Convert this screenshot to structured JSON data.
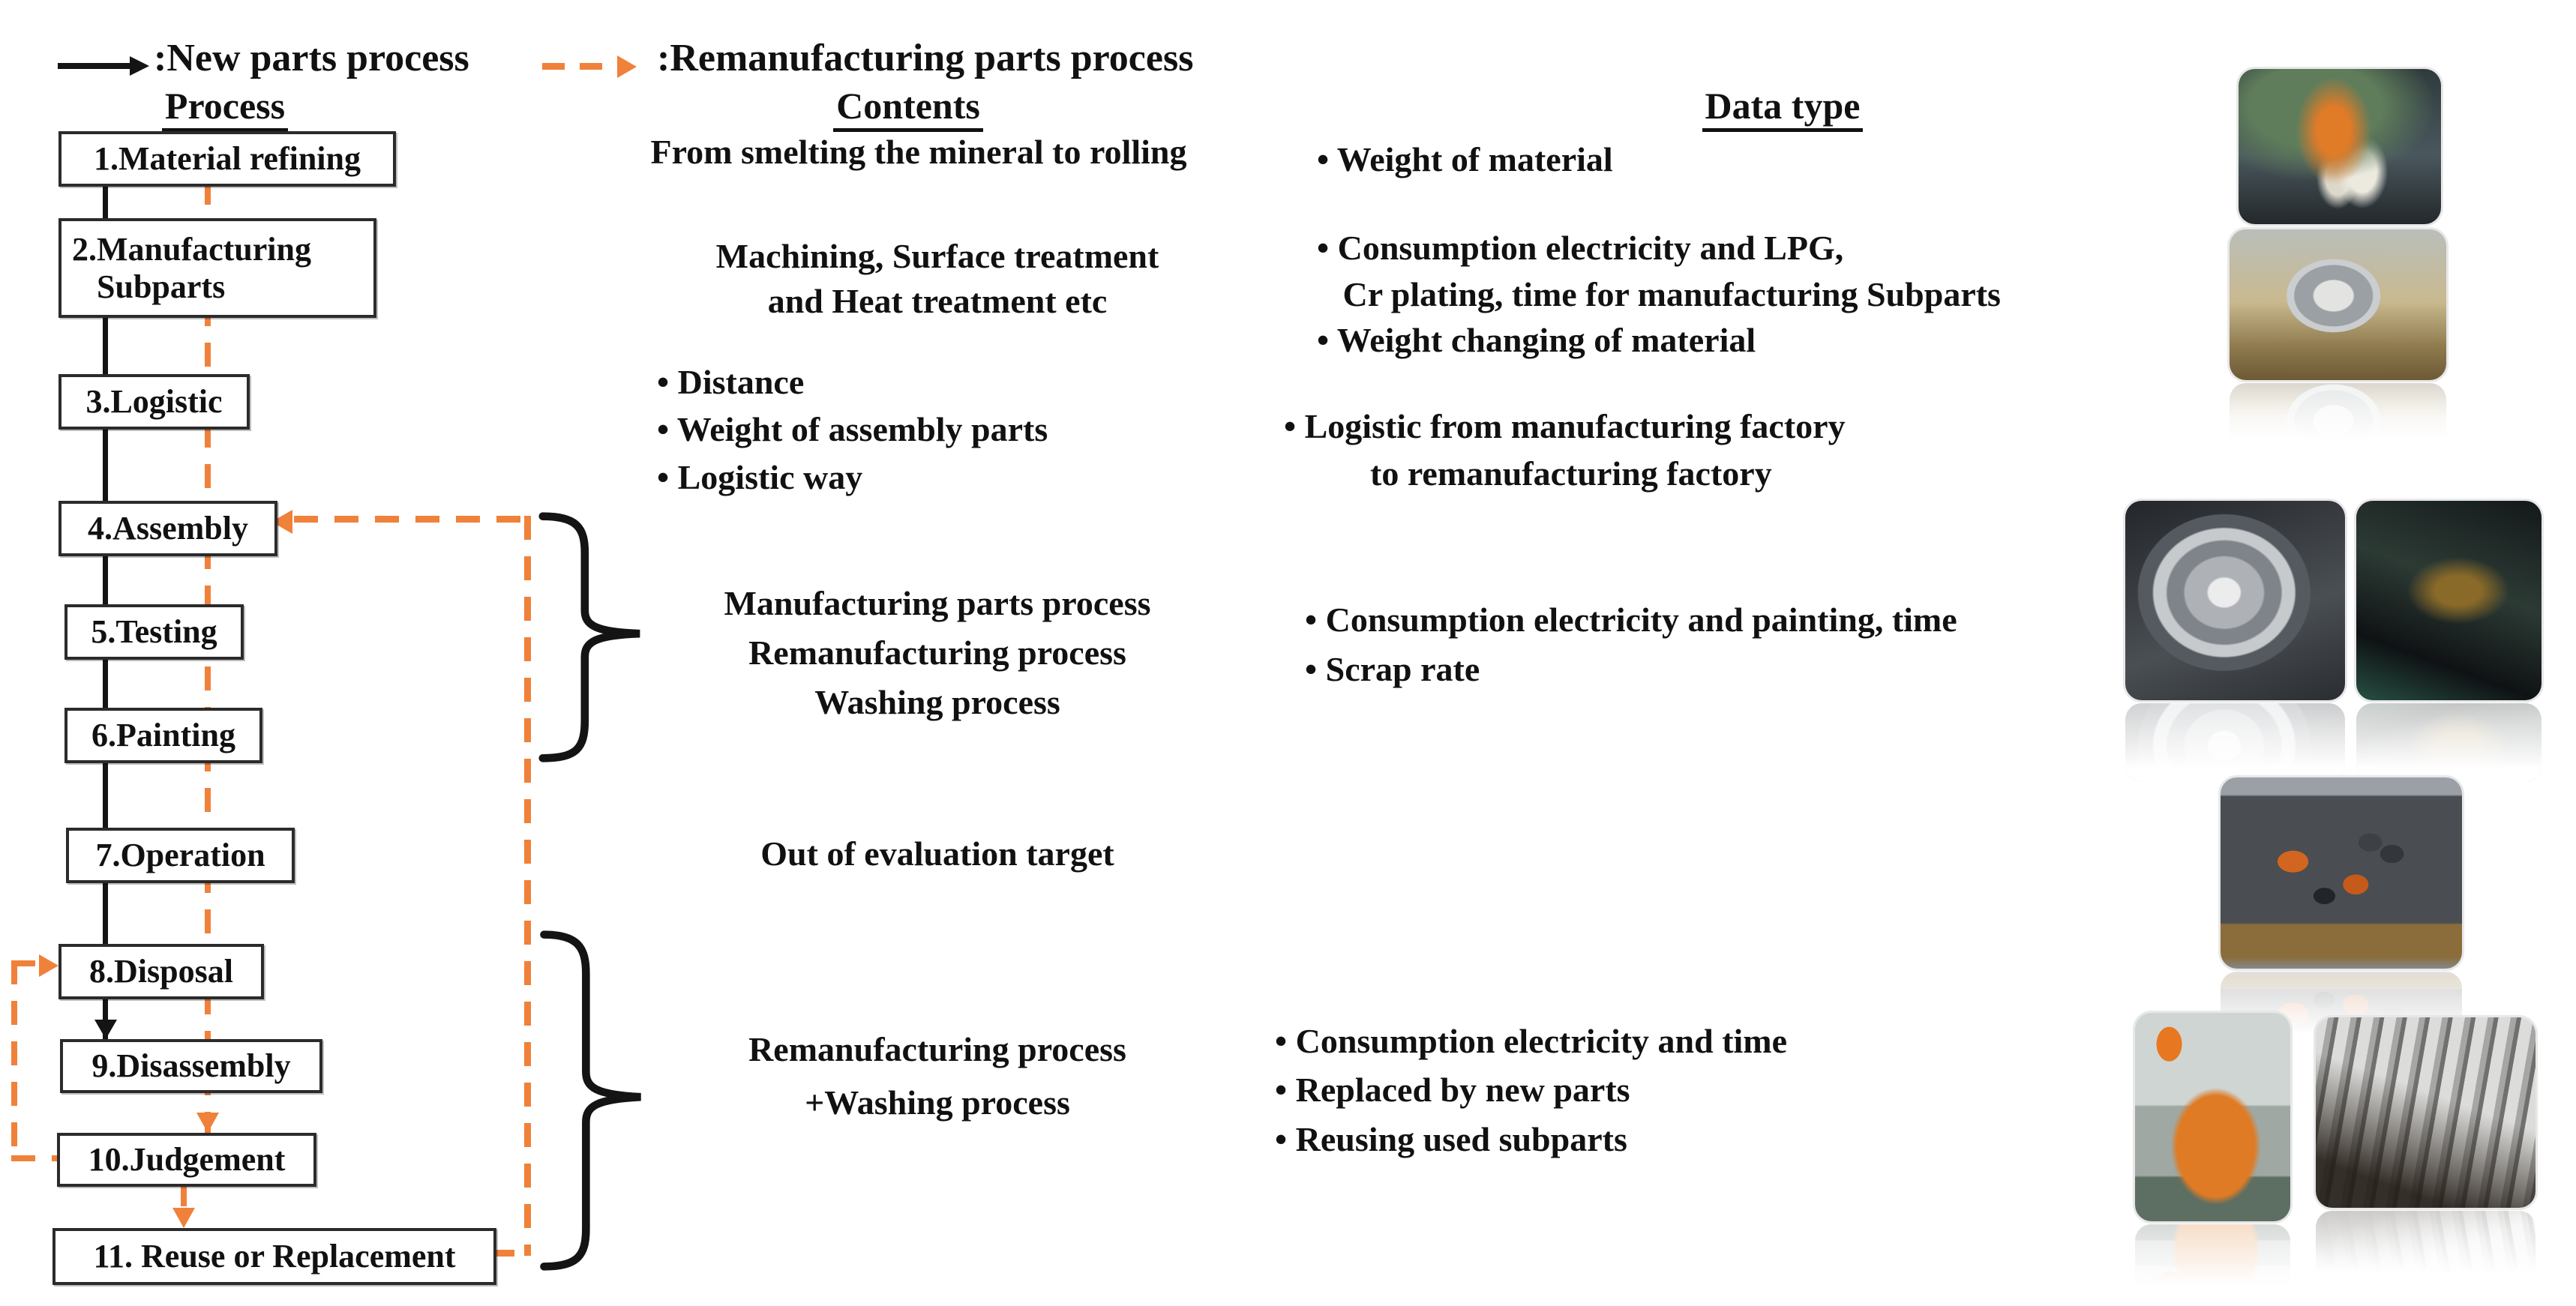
{
  "legend": {
    "new_label": ":New parts process",
    "reman_label": ":Remanufacturing parts process"
  },
  "columns": {
    "process": "Process",
    "contents": "Contents",
    "data_type": "Data type"
  },
  "colors": {
    "accent_orange": "#f0813a",
    "line_black": "#141414"
  },
  "process_boxes": [
    {
      "label": "1.Material refining"
    },
    {
      "label": "2.Manufacturing\n   Subparts"
    },
    {
      "label": "3.Logistic"
    },
    {
      "label": "4.Assembly"
    },
    {
      "label": "5.Testing"
    },
    {
      "label": "6.Painting"
    },
    {
      "label": "7.Operation"
    },
    {
      "label": "8.Disposal"
    },
    {
      "label": "9.Disassembly"
    },
    {
      "label": "10.Judgement"
    },
    {
      "label": "11. Reuse or Replacement"
    }
  ],
  "contents": {
    "row1": "From smelting the mineral to rolling",
    "row2": "Machining, Surface treatment\nand Heat treatment etc",
    "row3": "• Distance\n• Weight of assembly parts\n• Logistic way",
    "row4": "Manufacturing parts process\nRemanufacturing process\nWashing process",
    "row5": "Out of evaluation target",
    "row6": "Remanufacturing process\n+Washing process"
  },
  "data_type": {
    "row1": "• Weight of material",
    "row2": "• Consumption electricity and LPG,\n   Cr plating, time for manufacturing Subparts\n• Weight changing of material",
    "row3": "• Logistic from manufacturing factory\n          to remanufacturing factory",
    "row4": "• Consumption electricity and painting, time\n• Scrap rate",
    "row5": "• Consumption electricity and time\n• Replaced by new parts\n• Reusing used subparts"
  },
  "images": [
    {
      "name": "photo-material-refining",
      "alt": "Workers at a smelting press in a factory"
    },
    {
      "name": "photo-subparts-gear",
      "alt": "Large machined gear on a wooden pallet"
    },
    {
      "name": "photo-assembly-gear-ring",
      "alt": "Large circular gear assembly"
    },
    {
      "name": "photo-assembly-machinery",
      "alt": "Dark machinery on factory floor"
    },
    {
      "name": "photo-used-parts-bin",
      "alt": "Bin full of used disposal parts"
    },
    {
      "name": "photo-reman-stand",
      "alt": "Worker with orange remanufacturing stand"
    },
    {
      "name": "photo-reused-subparts",
      "alt": "Rows of reused metal subparts"
    }
  ]
}
